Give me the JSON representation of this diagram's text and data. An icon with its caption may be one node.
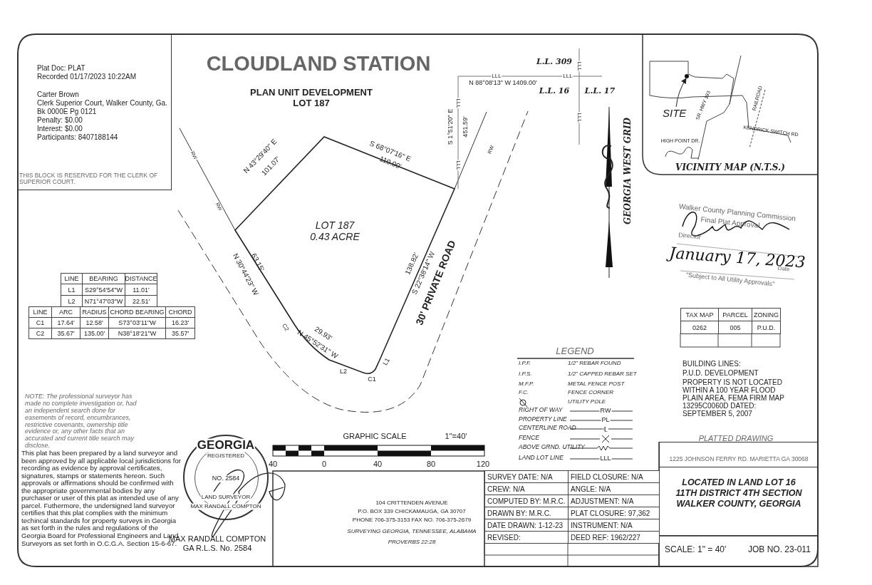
{
  "diagram": {
    "title": "CLOUDLAND STATION",
    "nodes": [
      {
        "text": [
          "Plat Doc: PLAT",
          "Recorded 01/17/2023 10:22AM",
          "Carter Brown",
          "Clerk Superior Court, Walker County, Ga.",
          "Bk 0000E Pg 0121",
          "Penalty: $0.00",
          "Interest: $0.00",
          "Participants: 8407188144",
          "THIS BLOCK IS RESERVED FOR THE CLERK OF SUPERIOR COURT."
        ]
      },
      {
        "text": [
          "LOT 187",
          "0.43 ACRE"
        ]
      },
      {
        "text": [
          "VICINITY MAP (N.T.S.)"
        ]
      },
      {
        "text": [
          "SITE"
        ],
        "in": 2
      },
      {
        "text": [],
        "shape": "circle",
        "in": 2
      },
      {
        "text": [
          "GEORGIA",
          "REGISTERED",
          "NO. 2584",
          "LAND SURVEYOR",
          "MAX RANDALL COMPTON"
        ]
      },
      {
        "text": [
          "1225 JOHNSON FERRY RD. MARIETTA GA 30068"
        ]
      },
      {
        "text": [
          "LOCATED IN LAND LOT 16",
          "11TH DISTRICT 4TH SECTION",
          "WALKER COUNTY, GEORGIA"
        ]
      }
    ],
    "edges": [
      {
        "from": 3,
        "to": 4,
        "arrow": "to"
      }
    ],
    "labels": [
      "PLAN UNIT DEVELOPMENT",
      "LOT 187",
      "L.L. 309",
      "LLL",
      "LLL",
      "LLL",
      "N 88°08'13\" W 1409.00'",
      "L.L. 16",
      "L.L. 17",
      "S 1°51'20\" E",
      "LLL",
      "451.59'",
      "LLL",
      "RW",
      "N 43°29'40\" E",
      "101.07'",
      "S 68°07'16\" E",
      "110.00'",
      "LLL",
      "RW",
      "GEORGIA WEST GRID",
      "RW",
      "N 30°44'23\" W",
      "63.15'",
      "138.82'",
      "S 22°38'14\" W",
      "30' PRIVATE ROAD",
      "C2",
      "29.93'",
      "N 45°52'31\" W",
      "L2",
      "C1",
      "L1",
      "SR. HWY 193",
      "RAILROAD",
      "KENDRICK SWITCH RD",
      "HIGH POINT DR.",
      "Walker County Planning Commission",
      "Final Plat Approval",
      "Director",
      "January 17, 2023",
      "Date",
      "\"Subject to All Utility Approvals\"",
      "LINE",
      "BEARING",
      "DISTANCE",
      "L1",
      "S29°54'54\"W",
      "11.01'",
      "L2",
      "N71°47'03\"W",
      "22.51'",
      "LINE",
      "ARC",
      "RADIUS",
      "CHORD BEARING",
      "CHORD",
      "C1",
      "17.64'",
      "12.58'",
      "S73°03'11\"W",
      "16.23'",
      "C2",
      "35.67'",
      "135.00'",
      "N38°18'21\"W",
      "35.57'",
      "TAX MAP",
      "PARCEL",
      "ZONING",
      "0262",
      "005",
      "P.U.D.",
      "BUILDING LINES:",
      "P.U.D. DEVELOPMENT",
      "PROPERTY IS NOT LOCATED WITHIN A 100 YEAR FLOOD PLAIN AREA, FEMA FIRM MAP 13295C0060D DATED: SEPTEMBER 5, 2007",
      "LEGEND",
      "I.P.F.",
      "1/2\" REBAR FOUND",
      "I.P.S.",
      "1/2\" CAPPED REBAR SET",
      "M.F.P.",
      "METAL FENCE POST",
      "F.C.",
      "FENCE CORNER",
      "UTILITY POLE",
      "RW",
      "PL",
      "℄",
      "LLL",
      "NOTE: The professional surveyor has made no complete investigation or, had an independent search done for easements of record, encumbrances, restrictive covenants, ownership title evidence or, any other facts that an accurated and current title search may disclose.",
      "GRAPHIC SCALE",
      "1\"=40'",
      "40",
      "0",
      "40",
      "80",
      "120",
      "PLATTED DRAWING",
      "This plat has been prepared by a land surveyor and been approved by all applicable local jurisdictions for recording as evidence by approval certificates, signatures, stamps or statements hereon. Such approvals or affirmations should be confirmed with the appropriate governmental bodies by any purchaser or user of this plat as intended use of any parcel. Futhermore, the undersigned land surveyor certifies that this plat complies with the minimum techincal standards for property surveys in Georgia as set forth in the rules and regulations of the Georgia Board for Professional Engineers and Land Surveyors as set forth in O.C.G.A. Section 15-6-67.",
      "MAX RANDALL COMPTON",
      "GA R.L.S. No. 2584",
      "104 CRITTENDEN AVENUE",
      "P.O. BOX 339 CHICKAMAUGA, GA 30707",
      "PHONE 706-375-3153 FAX NO. 706-375-2679",
      "SURVEYING GEORGIA, TENNESSEE, ALABAMA",
      "PROVERBS 22:28",
      "SURVEY DATE: N/A",
      "FIELD CLOSURE: N/A",
      "CREW: N/A",
      "ANGLE: N/A",
      "COMPUTED BY: M.R.C.",
      "ADJUSTMENT: N/A",
      "DRAWN BY: M.R.C.",
      "PLAT CLOSURE: 97,362",
      "DATE DRAWN: 1-12-23",
      "INSTRUMENT: N/A",
      "REVISED:",
      "DEED REF: 1962/227",
      "SCALE: 1\" = 40'",
      "JOB NO. 23-011"
    ],
    "legend": [
      {
        "text": "RIGHT OF WAY"
      },
      {
        "text": "PROPERTY LINE"
      },
      {
        "text": "CENTERLINE ROAD"
      },
      {
        "text": "FENCE"
      },
      {
        "text": "ABOVE GRND. UTILITY"
      },
      {
        "text": "LAND LOT LINE"
      }
    ]
  }
}
